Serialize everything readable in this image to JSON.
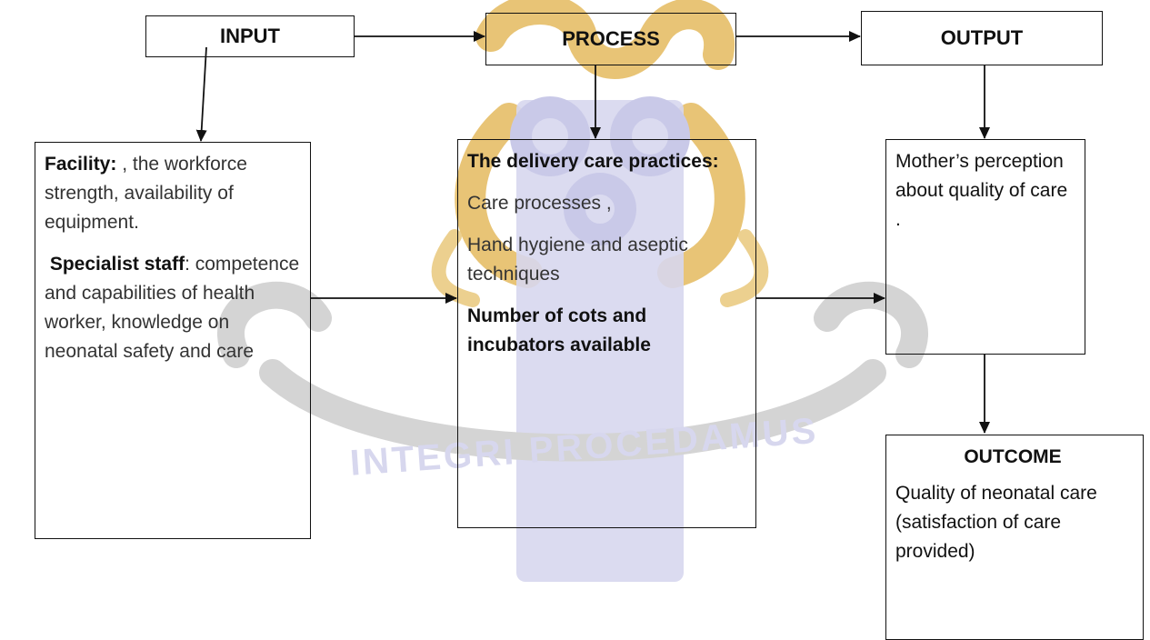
{
  "boxes": {
    "input": "INPUT",
    "process": "PROCESS",
    "output": "OUTPUT",
    "outcome": "OUTCOME"
  },
  "input_box": {
    "facility_label": "Facility:",
    "facility_text": " , the workforce strength, availability of equipment.",
    "staff_label": "Specialist staff",
    "staff_text": ": competence and capabilities of health worker, knowledge on neonatal safety and care"
  },
  "process_box": {
    "heading": "The delivery care practices:",
    "item1": "Care processes ,",
    "item2": "Hand hygiene and aseptic techniques",
    "item3": "Number of cots and incubators available"
  },
  "output_box": {
    "text": "Mother’s perception about quality of care ."
  },
  "outcome_box": {
    "text": "Quality of neonatal care (satisfaction of care provided)"
  },
  "watermark": {
    "motto": "INTEGRI PROCEDAMUS",
    "colors": {
      "gold": "#e8c476",
      "blue": "#d7d7ee",
      "gray": "#cfcfcf"
    }
  }
}
